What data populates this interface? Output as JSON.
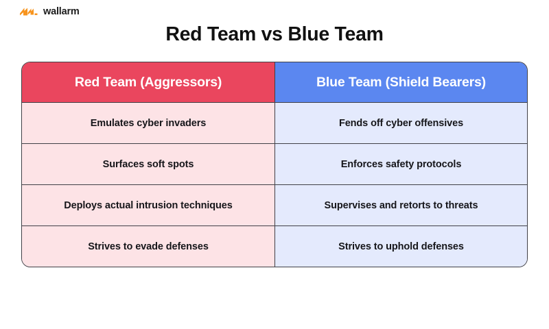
{
  "brand": {
    "name": "wallarm",
    "logo_icon": "wallarm-lightning-logo-icon",
    "logo_color": "#F7941E"
  },
  "page_title": "Red Team vs Blue Team",
  "table": {
    "columns": [
      {
        "label": "Red Team (Aggressors)",
        "header_color": "#EA465E",
        "cell_color": "#FDE3E6"
      },
      {
        "label": "Blue Team (Shield Bearers)",
        "header_color": "#5B87F0",
        "cell_color": "#E4EAFD"
      }
    ],
    "rows": [
      {
        "red": "Emulates cyber invaders",
        "blue": "Fends off cyber offensives"
      },
      {
        "red": "Surfaces soft spots",
        "blue": "Enforces safety protocols"
      },
      {
        "red": "Deploys actual intrusion techniques",
        "blue": "Supervises and retorts to threats"
      },
      {
        "red": "Strives to evade defenses",
        "blue": "Strives to uphold defenses"
      }
    ]
  }
}
